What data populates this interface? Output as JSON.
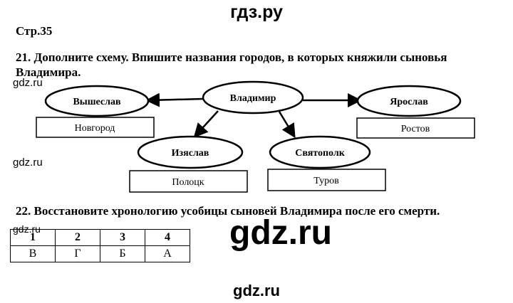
{
  "header": {
    "site_title": "гдз.ру"
  },
  "page_ref": "Стр.35",
  "task21": {
    "text": "21. Дополните схему. Впишите названия городов, в которых княжили сыновья Владимира.",
    "center": "Владимир",
    "sons": [
      {
        "name": "Вышеслав",
        "city": "Новгород"
      },
      {
        "name": "Ярослав",
        "city": "Ростов"
      },
      {
        "name": "Изяслав",
        "city": "Полоцк"
      },
      {
        "name": "Святополк",
        "city": "Туров"
      }
    ]
  },
  "task22": {
    "text": "22. Восстановите хронологию усобицы сыновей Владимира после его смерти.",
    "headers": [
      "1",
      "2",
      "3",
      "4"
    ],
    "answers": [
      "В",
      "Г",
      "Б",
      "А"
    ]
  },
  "watermarks": {
    "small_1": "gdz.ru",
    "small_2": "gdz.ru",
    "small_3": "gdz.ru",
    "big": "gdz.ru",
    "bottom": "gdz.ru"
  }
}
